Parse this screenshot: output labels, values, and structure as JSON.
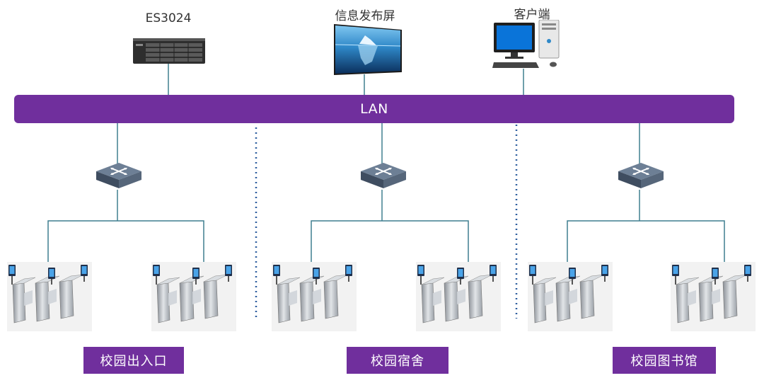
{
  "devices": {
    "server": {
      "label": "ES3024",
      "icon": "server-icon"
    },
    "display": {
      "label": "信息发布屏",
      "icon": "display-screen-icon"
    },
    "client": {
      "label": "客户端",
      "icon": "desktop-computer-icon"
    }
  },
  "lan": {
    "label": "LAN",
    "color": "#702f9d"
  },
  "zones": [
    {
      "label": "校园出入口",
      "switch_icon": "network-switch-icon",
      "gate_icon": "turnstile-gate-icon"
    },
    {
      "label": "校园宿舍",
      "switch_icon": "network-switch-icon",
      "gate_icon": "turnstile-gate-icon"
    },
    {
      "label": "校园图书馆",
      "switch_icon": "network-switch-icon",
      "gate_icon": "turnstile-gate-icon"
    }
  ],
  "colors": {
    "accent": "#702f9d",
    "line": "#3f7f8f",
    "separator": "#2f5f9f"
  }
}
